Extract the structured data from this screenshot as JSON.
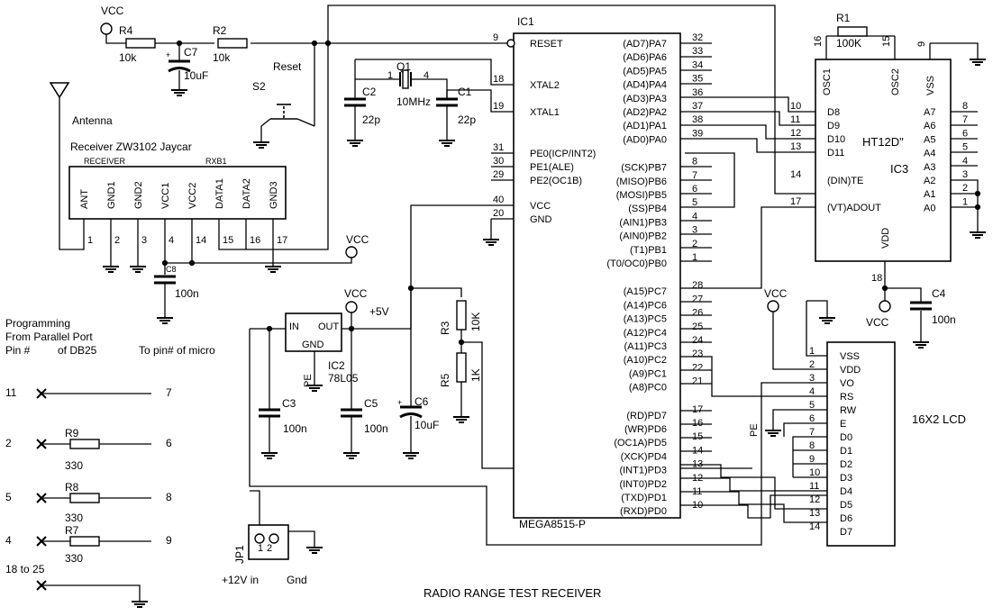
{
  "title": "RADIO RANGE TEST RECEIVER",
  "labels": {
    "vcc": "VCC",
    "plus5v": "+5V",
    "antenna": "Antenna",
    "receiver": "Receiver ZW3102 Jaycar",
    "receiver_tag": "RECEIVER",
    "rxb1": "RXB1",
    "reset": "Reset",
    "programming_1": "Programming",
    "programming_2": "From Parallel Port",
    "programming_3": "Pin #",
    "programming_4": "of DB25",
    "to_micro": "To pin# of micro",
    "power_in": "+12V in",
    "gnd": "Gnd",
    "lcd": "16X2 LCD",
    "pin_1820": "18 to 25"
  },
  "components": {
    "R1": {
      "ref": "R1",
      "value": "100K"
    },
    "R2": {
      "ref": "R2",
      "value": "10k"
    },
    "R3": {
      "ref": "R3",
      "value": "10K"
    },
    "R4": {
      "ref": "R4",
      "value": "10k"
    },
    "R5": {
      "ref": "R5",
      "value": "1K"
    },
    "R7": {
      "ref": "R7",
      "value": "330"
    },
    "R8": {
      "ref": "R8",
      "value": "330"
    },
    "R9": {
      "ref": "R9",
      "value": "330"
    },
    "C1": {
      "ref": "C1",
      "value": "22p"
    },
    "C2": {
      "ref": "C2",
      "value": "22p"
    },
    "C3": {
      "ref": "C3",
      "value": "100n"
    },
    "C4": {
      "ref": "C4",
      "value": "100n"
    },
    "C5": {
      "ref": "C5",
      "value": "100n"
    },
    "C6": {
      "ref": "C6",
      "value": "10uF"
    },
    "C7": {
      "ref": "C7",
      "value": "10uF"
    },
    "C8": {
      "ref": "C8",
      "value": "100n"
    },
    "Q1": {
      "ref": "Q1",
      "value": "10MHz"
    },
    "S2": {
      "ref": "S2"
    },
    "IC1": {
      "ref": "IC1",
      "part": "MEGA8515-P"
    },
    "IC2": {
      "ref": "IC2",
      "part": "78L05",
      "in": "IN",
      "out": "OUT",
      "gnd": "GND"
    },
    "IC3": {
      "ref": "IC3",
      "part": "HT12D\""
    },
    "JP1": {
      "ref": "JP1"
    },
    "PE": "PE"
  },
  "receiver_pins": [
    {
      "name": "ANT",
      "num": "1"
    },
    {
      "name": "GND1",
      "num": "2"
    },
    {
      "name": "GND2",
      "num": "3"
    },
    {
      "name": "VCC1",
      "num": "4"
    },
    {
      "name": "VCC2",
      "num": "14"
    },
    {
      "name": "DATA1",
      "num": "15"
    },
    {
      "name": "DATA2",
      "num": "16"
    },
    {
      "name": "GND3",
      "num": "17"
    }
  ],
  "mcu_left": [
    {
      "name": "RESET",
      "num": "9"
    },
    {
      "name": "XTAL2",
      "num": "18"
    },
    {
      "name": "XTAL1",
      "num": "19"
    },
    {
      "name": "PE0(ICP/INT2)",
      "num": "31"
    },
    {
      "name": "PE1(ALE)",
      "num": "30"
    },
    {
      "name": "PE2(OC1B)",
      "num": "29"
    },
    {
      "name": "VCC",
      "num": "40"
    },
    {
      "name": "GND",
      "num": "20"
    }
  ],
  "mcu_right": [
    {
      "name": "(AD7)PA7",
      "num": "32"
    },
    {
      "name": "(AD6)PA6",
      "num": "33"
    },
    {
      "name": "(AD5)PA5",
      "num": "34"
    },
    {
      "name": "(AD4)PA4",
      "num": "35"
    },
    {
      "name": "(AD3)PA3",
      "num": "36"
    },
    {
      "name": "(AD2)PA2",
      "num": "37"
    },
    {
      "name": "(AD1)PA1",
      "num": "38"
    },
    {
      "name": "(AD0)PA0",
      "num": "39"
    },
    {
      "name": "(SCK)PB7",
      "num": "8"
    },
    {
      "name": "(MISO)PB6",
      "num": "7"
    },
    {
      "name": "(MOSI)PB5",
      "num": "6"
    },
    {
      "name": "(SS)PB4",
      "num": "5"
    },
    {
      "name": "(AIN1)PB3",
      "num": "4"
    },
    {
      "name": "(AIN0)PB2",
      "num": "3"
    },
    {
      "name": "(T1)PB1",
      "num": "2"
    },
    {
      "name": "(T0/OC0)PB0",
      "num": "1"
    },
    {
      "name": "(A15)PC7",
      "num": "28"
    },
    {
      "name": "(A14)PC6",
      "num": "27"
    },
    {
      "name": "(A13)PC5",
      "num": "26"
    },
    {
      "name": "(A12)PC4",
      "num": "25"
    },
    {
      "name": "(A11)PC3",
      "num": "24"
    },
    {
      "name": "(A10)PC2",
      "num": "23"
    },
    {
      "name": "(A9)PC1",
      "num": "22"
    },
    {
      "name": "(A8)PC0",
      "num": "21"
    },
    {
      "name": "(RD)PD7",
      "num": "17"
    },
    {
      "name": "(WR)PD6",
      "num": "16"
    },
    {
      "name": "(OC1A)PD5",
      "num": "15"
    },
    {
      "name": "(XCK)PD4",
      "num": "14"
    },
    {
      "name": "(INT1)PD3",
      "num": "13"
    },
    {
      "name": "(INT0)PD2",
      "num": "12"
    },
    {
      "name": "(TXD)PD1",
      "num": "11"
    },
    {
      "name": "(RXD)PD0",
      "num": "10"
    }
  ],
  "ic3_top": [
    {
      "name": "OSC1",
      "num": "16"
    },
    {
      "name": "OSC2",
      "num": "15"
    },
    {
      "name": "VSS",
      "num": "9"
    }
  ],
  "ic3_left": [
    {
      "name": "D8",
      "num": "10"
    },
    {
      "name": "D9",
      "num": "11"
    },
    {
      "name": "D10",
      "num": "12"
    },
    {
      "name": "D11",
      "num": "13"
    },
    {
      "name": "(DIN)TE",
      "num": "14"
    },
    {
      "name": "(VT)ADOUT",
      "num": "17"
    }
  ],
  "ic3_right": [
    {
      "name": "A7",
      "num": "8"
    },
    {
      "name": "A6",
      "num": "7"
    },
    {
      "name": "A5",
      "num": "6"
    },
    {
      "name": "A4",
      "num": "5"
    },
    {
      "name": "A3",
      "num": "4"
    },
    {
      "name": "A2",
      "num": "3"
    },
    {
      "name": "A1",
      "num": "2"
    },
    {
      "name": "A0",
      "num": "1"
    }
  ],
  "ic3_vdd": {
    "name": "VDD",
    "num": "18"
  },
  "lcd_pins": [
    {
      "name": "VSS",
      "num": "1"
    },
    {
      "name": "VDD",
      "num": "2"
    },
    {
      "name": "VO",
      "num": "3"
    },
    {
      "name": "RS",
      "num": "4"
    },
    {
      "name": "RW",
      "num": "5"
    },
    {
      "name": "E",
      "num": "6"
    },
    {
      "name": "D0",
      "num": "7"
    },
    {
      "name": "D1",
      "num": "8"
    },
    {
      "name": "D2",
      "num": "9"
    },
    {
      "name": "D3",
      "num": "10"
    },
    {
      "name": "D4",
      "num": "11"
    },
    {
      "name": "D5",
      "num": "12"
    },
    {
      "name": "D6",
      "num": "13"
    },
    {
      "name": "D7",
      "num": "14"
    }
  ],
  "prog_rows": [
    {
      "from": "11",
      "to": "7",
      "res": ""
    },
    {
      "from": "2",
      "to": "6",
      "res": "R9"
    },
    {
      "from": "5",
      "to": "8",
      "res": "R8"
    },
    {
      "from": "4",
      "to": "9",
      "res": "R7"
    }
  ],
  "jp1_pins": [
    "1",
    "2"
  ]
}
